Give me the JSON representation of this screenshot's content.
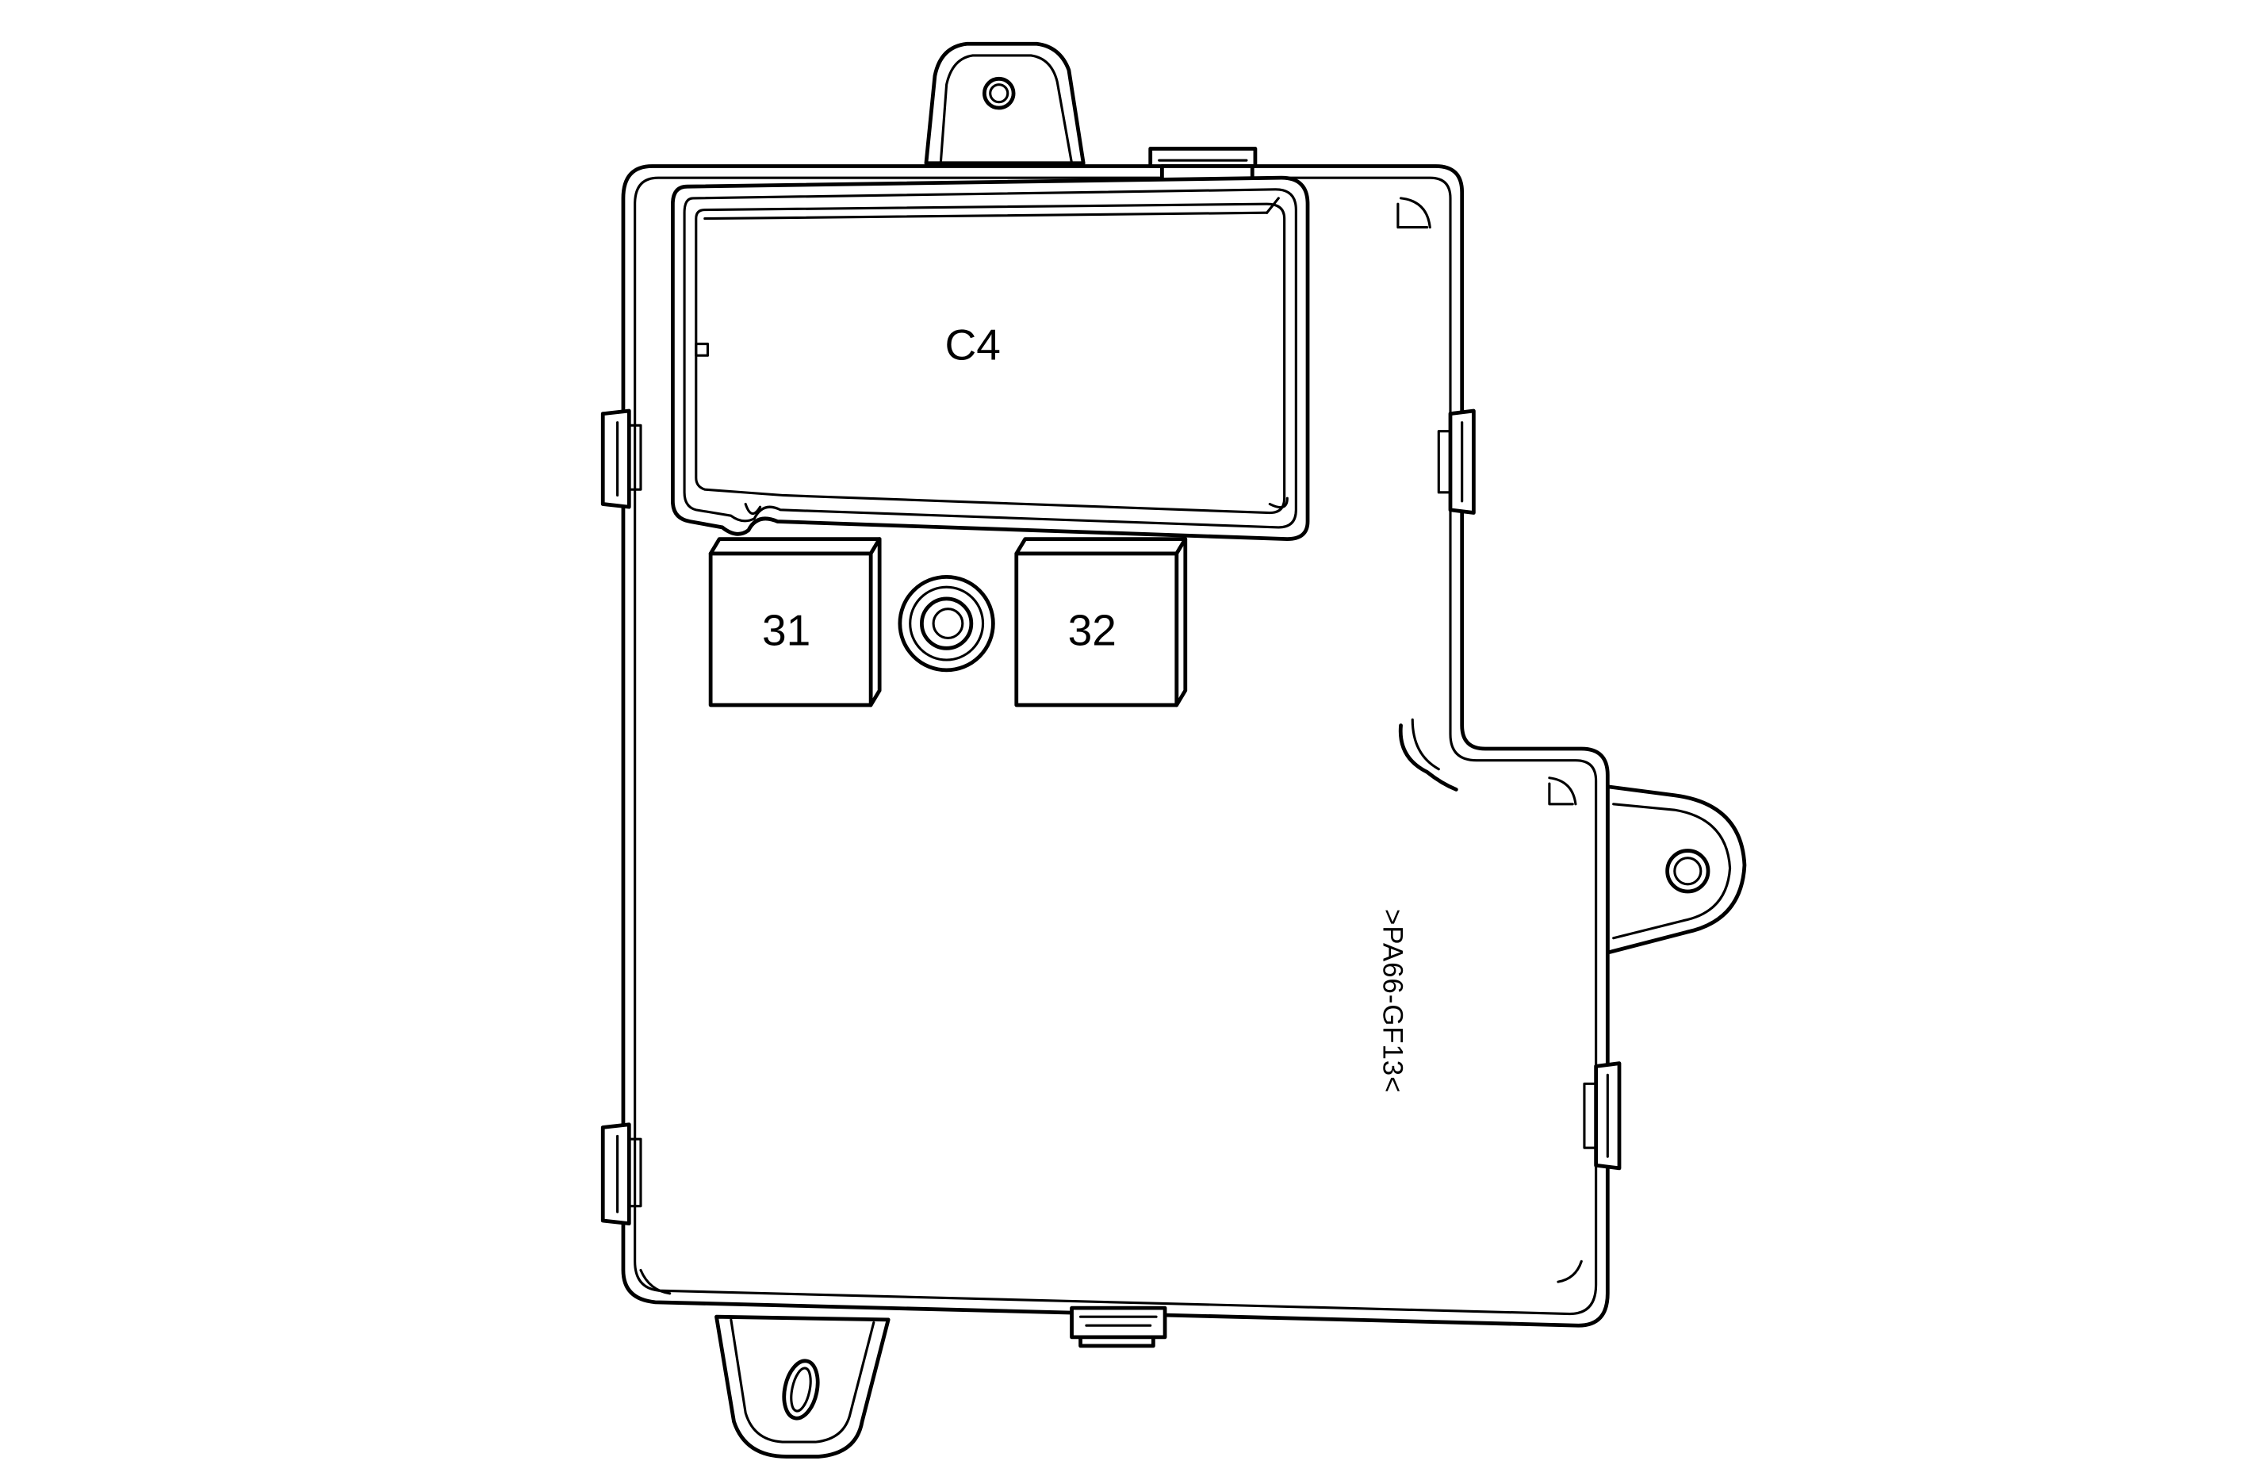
{
  "connector": {
    "label": "C4"
  },
  "fuses": [
    {
      "label": "31"
    },
    {
      "label": "32"
    }
  ],
  "material_mark": ">PA66-GF13<",
  "colors": {
    "line": "#000000",
    "background": "#ffffff"
  }
}
